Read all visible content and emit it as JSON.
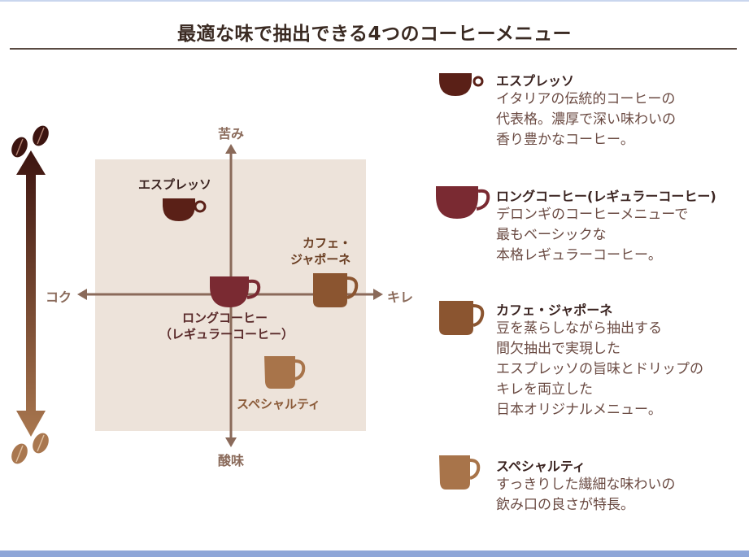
{
  "title": "最適な味で抽出できる4つのコーヒーメニュー",
  "diagram": {
    "axes": {
      "top": "苦み",
      "bottom": "酸味",
      "left": "コク",
      "right": "キレ"
    },
    "labels": {
      "espresso": "エスプレッソ",
      "long_coffee_1": "ロングコーヒー",
      "long_coffee_2": "（レギュラーコーヒー）",
      "japone_1": "カフェ・",
      "japone_2": "ジャポーネ",
      "specialty": "スペシャルティ"
    }
  },
  "menus": [
    {
      "name": "エスプレッソ",
      "color": "#5a2017",
      "lines": [
        "イタリアの伝統的コーヒーの",
        "代表格。濃厚で深い味わいの",
        "香り豊かなコーヒー。"
      ]
    },
    {
      "name": "ロングコーヒー(レギュラーコーヒー)",
      "color": "#7a2a32",
      "lines": [
        "デロンギのコーヒーメニューで",
        "最もベーシックな",
        "本格レギュラーコーヒー。"
      ]
    },
    {
      "name": "カフェ・ジャポーネ",
      "color": "#8b5530",
      "lines": [
        "豆を蒸らしながら抽出する",
        "間欠抽出で実現した",
        "エスプレッソの旨味とドリップの",
        "キレを両立した",
        "日本オリジナルメニュー。"
      ]
    },
    {
      "name": "スペシャルティ",
      "color": "#a8744a",
      "lines": [
        "すっきりした繊細な味わいの",
        "飲み口の良さが特長。"
      ]
    }
  ]
}
